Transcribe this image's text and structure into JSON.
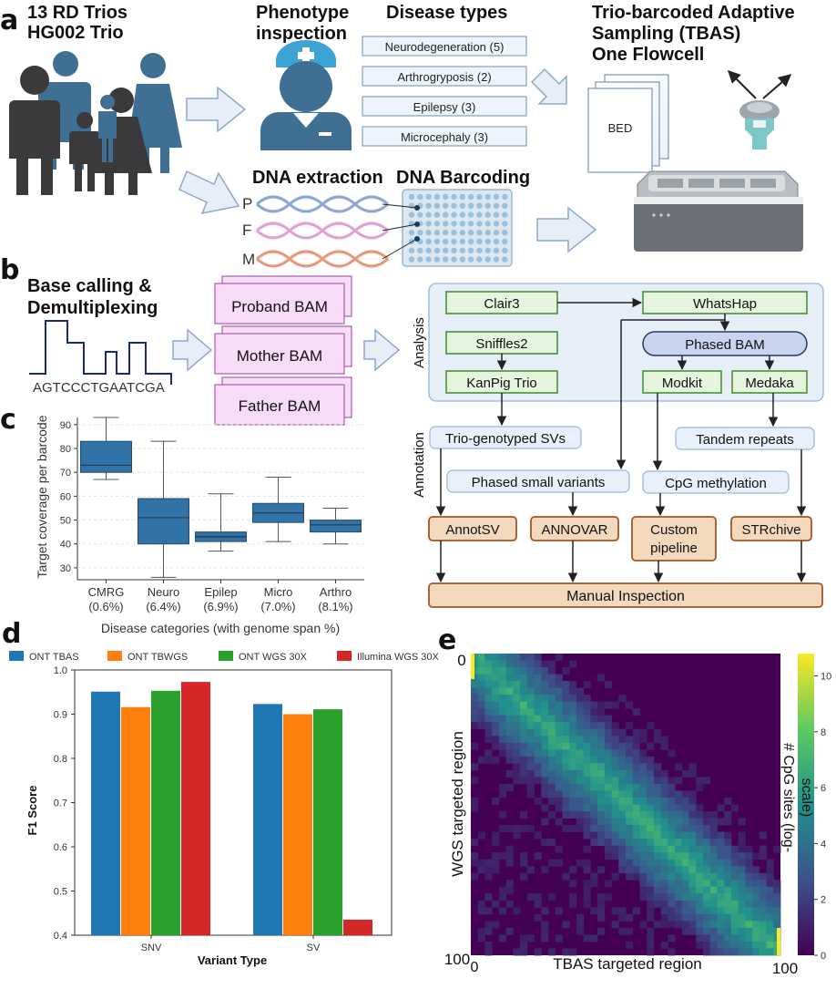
{
  "panel_a": {
    "letter": "a",
    "trios_line1": "13 RD Trios",
    "trios_line2": "HG002 Trio",
    "phenotype_line1": "Phenotype",
    "phenotype_line2": "inspection",
    "disease_types_title": "Disease types",
    "disease_types": [
      "Neurodegeneration (5)",
      "Arthrogryposis (2)",
      "Epilepsy (3)",
      "Microcephaly (3)"
    ],
    "tbas_line1": "Trio-barcoded Adaptive",
    "tbas_line2": "Sampling (TBAS)",
    "tbas_line3": "One Flowcell",
    "bed_label": "BED",
    "dna_extraction": "DNA extraction",
    "dna_barcoding": "DNA Barcoding",
    "strand_labels": [
      "P",
      "F",
      "M"
    ]
  },
  "panel_b": {
    "letter": "b",
    "base_calling_line1": "Base calling &",
    "base_calling_line2": "Demultiplexing",
    "sequence": "AGTCCCTGAATCGA",
    "bam_files": [
      "Proband BAM",
      "Mother BAM",
      "Father BAM"
    ],
    "analysis_label": "Analysis",
    "annotation_label": "Annotation",
    "tools": {
      "clair3": "Clair3",
      "whatshap": "WhatsHap",
      "sniffles2": "Sniffles2",
      "phased_bam": "Phased BAM",
      "kanpig": "KanPig Trio",
      "modkit": "Modkit",
      "medaka": "Medaka"
    },
    "outputs": {
      "trio_svs": "Trio-genotyped SVs",
      "tandem": "Tandem repeats",
      "phased_small": "Phased small variants",
      "cpg": "CpG methylation"
    },
    "annotators": {
      "annotsv": "AnnotSV",
      "annovar": "ANNOVAR",
      "custom_line1": "Custom",
      "custom_line2": "pipeline",
      "strchive": "STRchive"
    },
    "manual": "Manual Inspection"
  },
  "panel_c": {
    "letter": "c",
    "ylabel": "Target coverage per barcode",
    "xlabel": "Disease categories (with genome span %)",
    "ticks_y": [
      "30",
      "40",
      "50",
      "60",
      "70",
      "80",
      "90"
    ],
    "categories_line1": [
      "CMRG",
      "Neuro",
      "Epilep",
      "Micro",
      "Arthro"
    ],
    "categories_line2": [
      "(0.6%)",
      "(6.4%)",
      "(6.9%)",
      "(7.0%)",
      "(8.1%)"
    ]
  },
  "panel_d": {
    "letter": "d",
    "ylabel": "F1 Score",
    "xlabel": "Variant Type",
    "ticks_y": [
      "0.4",
      "0.5",
      "0.6",
      "0.7",
      "0.8",
      "0.9",
      "1.0"
    ],
    "legend": [
      "ONT TBAS",
      "ONT TBWGS",
      "ONT WGS 30X",
      "Illumina WGS 30X"
    ]
  },
  "panel_e": {
    "letter": "e",
    "ylabel": "WGS targeted region",
    "xlabel": "TBAS targeted region",
    "colorbar_label_line1": "# CpG sites (log-",
    "colorbar_label_line2": "scale)",
    "axis_min_x": "0",
    "axis_max_x": "100",
    "axis_min_y": "0",
    "axis_max_y": "100",
    "colorbar_ticks": [
      "0",
      "2",
      "4",
      "6",
      "8",
      "10"
    ]
  },
  "colors": {
    "box_blue": "#3173a6",
    "tbas": "#1f77b4",
    "tbwgs": "#ff7f0e",
    "wgs30": "#2ca02c",
    "illumina": "#d62728",
    "figure_icon": "#3a3a3c",
    "figure_blue": "#3f6f92"
  },
  "chart_data": [
    {
      "type": "box",
      "panel": "c",
      "categories": [
        "CMRG (0.6%)",
        "Neuro (6.4%)",
        "Epilep (6.9%)",
        "Micro (7.0%)",
        "Arthro (8.1%)"
      ],
      "ylabel": "Target coverage per barcode",
      "xlabel": "Disease categories (with genome span %)",
      "ylim": [
        25,
        93
      ],
      "boxes": [
        {
          "min": 67,
          "q1": 70,
          "median": 73,
          "q3": 83,
          "max": 93
        },
        {
          "min": 26,
          "q1": 40,
          "median": 51,
          "q3": 59,
          "max": 83
        },
        {
          "min": 37,
          "q1": 41,
          "median": 43,
          "q3": 45,
          "max": 61
        },
        {
          "min": 41,
          "q1": 49,
          "median": 53,
          "q3": 57,
          "max": 68
        },
        {
          "min": 40,
          "q1": 45,
          "median": 48,
          "q3": 50,
          "max": 55
        }
      ]
    },
    {
      "type": "bar",
      "panel": "d",
      "categories": [
        "SNV",
        "SV"
      ],
      "ylabel": "F1 Score",
      "xlabel": "Variant Type",
      "ylim": [
        0.4,
        1.0
      ],
      "series": [
        {
          "name": "ONT TBAS",
          "values": [
            0.951,
            0.923
          ]
        },
        {
          "name": "ONT TBWGS",
          "values": [
            0.916,
            0.9
          ]
        },
        {
          "name": "ONT WGS 30X",
          "values": [
            0.953,
            0.911
          ]
        },
        {
          "name": "Illumina WGS 30X",
          "values": [
            0.973,
            0.435
          ]
        }
      ],
      "legend_position": "top"
    },
    {
      "type": "heatmap",
      "panel": "e",
      "xlabel": "TBAS targeted region",
      "ylabel": "WGS targeted region",
      "xlim": [
        0,
        100
      ],
      "ylim": [
        0,
        100
      ],
      "colorbar_range": [
        0,
        10.8
      ],
      "colorbar_label": "# CpG sites (log-scale)"
    }
  ]
}
